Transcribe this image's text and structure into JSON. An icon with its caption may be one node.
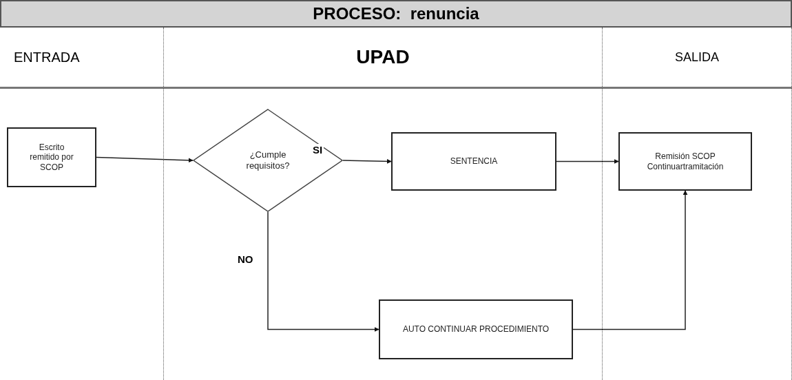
{
  "diagram": {
    "title": "PROCESO:  renuncia",
    "nodes": [
      {
        "text": [
          "ENTRADA"
        ]
      },
      {
        "text": [
          "UPAD"
        ]
      },
      {
        "text": [
          "SALIDA"
        ]
      },
      {
        "text": [
          "Escrito remitido por SCOP"
        ],
        "in": 0
      },
      {
        "text": [
          "¿Cumple requisitos?"
        ],
        "in": 1
      },
      {
        "text": [
          "SENTENCIA"
        ],
        "in": 1
      },
      {
        "text": [
          "Remisión SCOP Continuartramitación"
        ],
        "in": 2
      },
      {
        "text": [
          "AUTO CONTINUAR PROCEDIMIENTO"
        ],
        "in": 1
      }
    ],
    "edges": [
      {
        "from": 3,
        "to": 4,
        "arrow": "to"
      },
      {
        "from": 4,
        "to": 5,
        "arrow": "to",
        "label": "SI"
      },
      {
        "from": 5,
        "to": 6,
        "arrow": "to"
      },
      {
        "from": 4,
        "to": 7,
        "arrow": "to",
        "label": "NO"
      },
      {
        "from": 7,
        "to": 6,
        "arrow": "to"
      }
    ]
  }
}
